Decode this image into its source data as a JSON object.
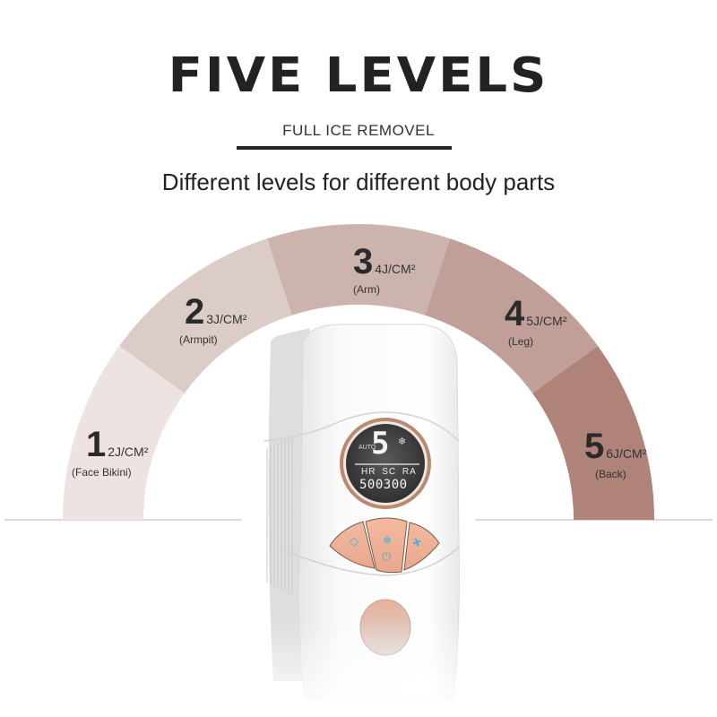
{
  "header": {
    "title": "FIVE LEVELS",
    "subtitle": "FULL ICE REMOVEL",
    "tagline": "Different levels for different body parts"
  },
  "levels": [
    {
      "number": "1",
      "energy": "2J/CM²",
      "body_part": "(Face  Bikini)",
      "color": "#ede4e2"
    },
    {
      "number": "2",
      "energy": "3J/CM²",
      "body_part": "(Armpit)",
      "color": "#dcccc8"
    },
    {
      "number": "3",
      "energy": "4J/CM²",
      "body_part": "(Arm)",
      "color": "#cdb3ad"
    },
    {
      "number": "4",
      "energy": "5J/CM²",
      "body_part": "(Leg)",
      "color": "#bf9f97"
    },
    {
      "number": "5",
      "energy": "6J/CM²",
      "body_part": "(Back)",
      "color": "#af8378"
    }
  ],
  "device": {
    "display": {
      "level": "5",
      "mode": "AUTO",
      "labels": [
        "HR",
        "SC",
        "RA"
      ],
      "counter": "500300",
      "snowflake": "❄"
    },
    "buttons": [
      {
        "name": "mode",
        "icon": "◇"
      },
      {
        "name": "power-ice",
        "icon": "❄",
        "icon2": "⏻"
      },
      {
        "name": "plus",
        "icon": "+"
      }
    ],
    "accent_color": "#e8a98f",
    "icon_color": "#3fb2e0"
  }
}
